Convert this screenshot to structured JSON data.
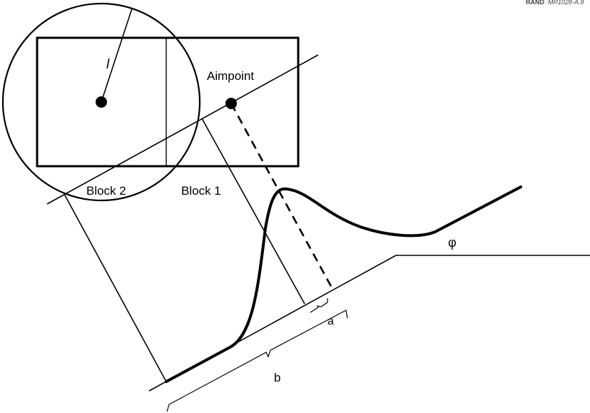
{
  "reference": {
    "org": "RAND",
    "code": "MR1028-A.8"
  },
  "labels": {
    "radius": "l",
    "aimpoint": "Aimpoint",
    "block2": "Block 2",
    "block1": "Block 1",
    "angle": "φ",
    "dim_a": "a",
    "dim_b": "b"
  },
  "colors": {
    "ink": "#000000"
  }
}
